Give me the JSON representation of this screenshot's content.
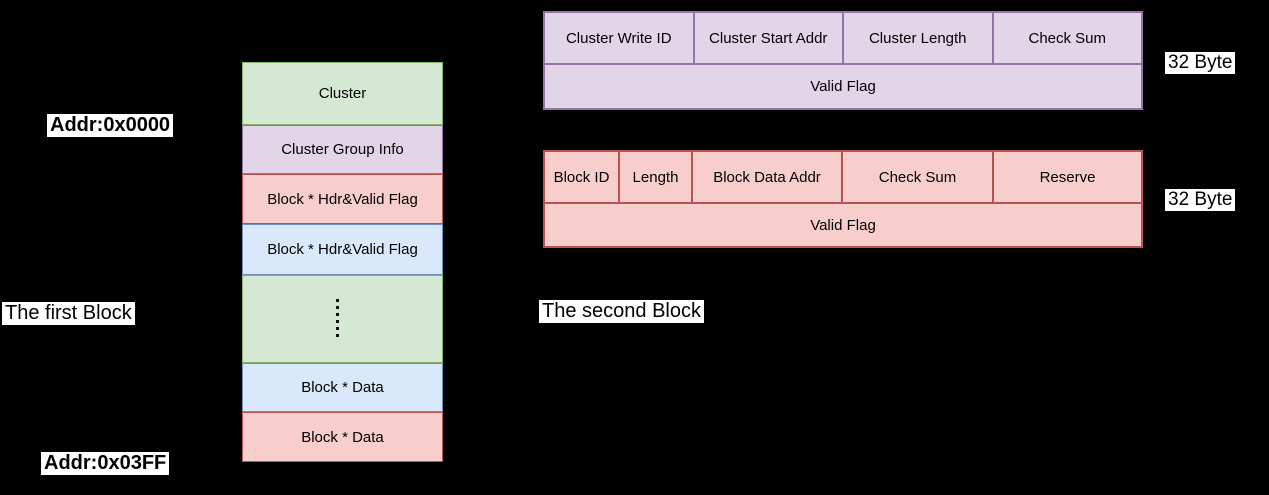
{
  "palette": {
    "canvas_bg": "#000000",
    "label_bg": "#ffffff",
    "text": "#000000",
    "green_fill": "#d5e8d4",
    "green_stroke": "#82b366",
    "purple_fill": "#e1d5e7",
    "purple_stroke": "#9673a6",
    "red_fill": "#f8cecc",
    "red_stroke": "#b85450",
    "blue_fill": "#dae8fc",
    "blue_stroke": "#6c8ebf"
  },
  "annotations": {
    "addr_start": "Addr:0x0000",
    "addr_end": "Addr:0x03FF",
    "first_block": "The first Block",
    "second_block": "The second Block",
    "cluster_table_size": "32 Byte",
    "block_table_size": "32 Byte"
  },
  "stack": {
    "rows": [
      {
        "label": "Cluster",
        "color": "green"
      },
      {
        "label": "Cluster Group Info",
        "color": "purple"
      },
      {
        "label": "Block * Hdr&Valid Flag",
        "color": "red"
      },
      {
        "label": "Block * Hdr&Valid Flag",
        "color": "blue"
      },
      {
        "label": "",
        "color": "green",
        "icon": "vertical-ellipsis"
      },
      {
        "label": "Block * Data",
        "color": "blue"
      },
      {
        "label": "Block * Data",
        "color": "red"
      }
    ]
  },
  "cluster_table": {
    "columns": [
      "Cluster Write ID",
      "Cluster Start Addr",
      "Cluster Length",
      "Check Sum"
    ],
    "span_row": "Valid Flag"
  },
  "block_table": {
    "columns": [
      "Block ID",
      "Length",
      "Block Data Addr",
      "Check Sum",
      "Reserve"
    ],
    "span_row": "Valid Flag"
  }
}
